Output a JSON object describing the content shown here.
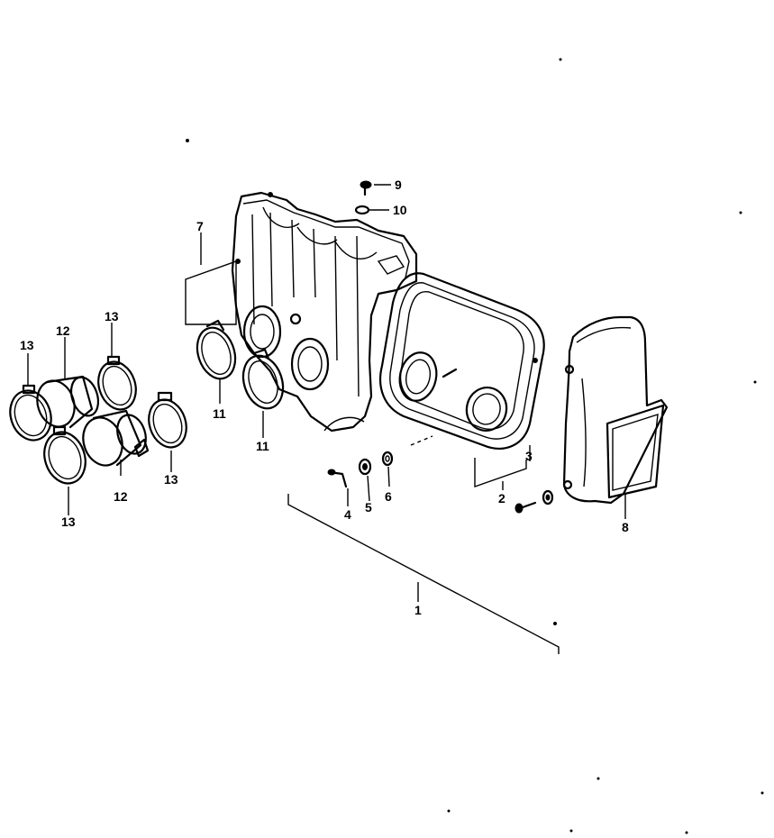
{
  "callouts": {
    "c1": "1",
    "c2": "2",
    "c3": "3",
    "c4": "4",
    "c5": "5",
    "c6": "6",
    "c7": "7",
    "c8": "8",
    "c9": "9",
    "c10": "10",
    "c11a": "11",
    "c11b": "11",
    "c12a": "12",
    "c12b": "12",
    "c13a": "13",
    "c13b": "13",
    "c13c": "13",
    "c13d": "13"
  }
}
